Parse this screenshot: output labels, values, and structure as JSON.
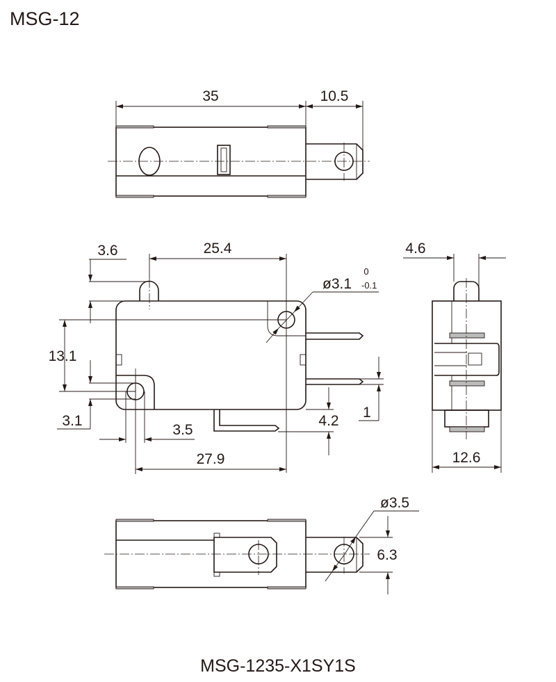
{
  "title": "MSG-12",
  "model": "MSG-1235-X1SY1S",
  "top_view": {
    "length": "35",
    "terminal_length": "10.5"
  },
  "side_view": {
    "pin_offset": "3.6",
    "hole_spacing": "25.4",
    "hole_diameter": "ø3.1",
    "tol_upper": "0",
    "tol_lower": "-0.1",
    "height_between_holes": "13.1",
    "lower_hole_offset": "3.1",
    "lower_hole_x": "3.5",
    "overall_span": "27.9",
    "terminal_drop": "4.2",
    "terminal_thickness": "1"
  },
  "end_view": {
    "plunger_width": "4.6",
    "width": "12.6"
  },
  "bottom_view": {
    "terminal_hole": "ø3.5",
    "terminal_width": "6.3"
  }
}
